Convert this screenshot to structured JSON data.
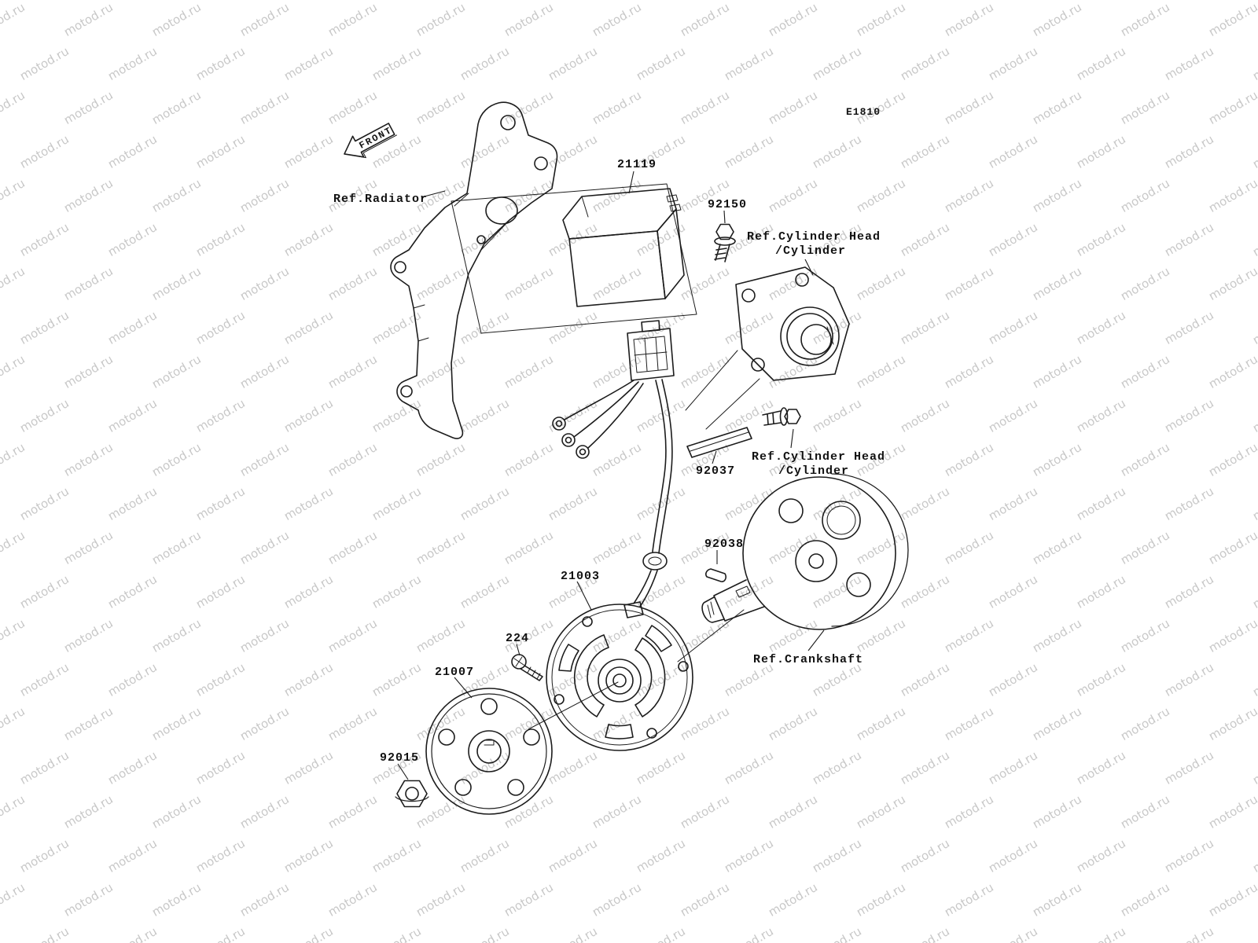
{
  "watermark": {
    "text": "motod.ru"
  },
  "diagram": {
    "code": "E1810",
    "front_label": "FRONT",
    "labels": {
      "ref_radiator": "Ref.Radiator",
      "part_21119": "21119",
      "part_92150": "92150",
      "ref_cylinder_head_1_line1": "Ref.Cylinder Head",
      "ref_cylinder_head_1_line2": "/Cylinder",
      "part_92037": "92037",
      "ref_cylinder_head_2_line1": "Ref.Cylinder Head",
      "ref_cylinder_head_2_line2": "/Cylinder",
      "part_92038": "92038",
      "part_21003": "21003",
      "part_224": "224",
      "part_21007": "21007",
      "ref_crankshaft": "Ref.Crankshaft",
      "part_92015": "92015"
    }
  }
}
